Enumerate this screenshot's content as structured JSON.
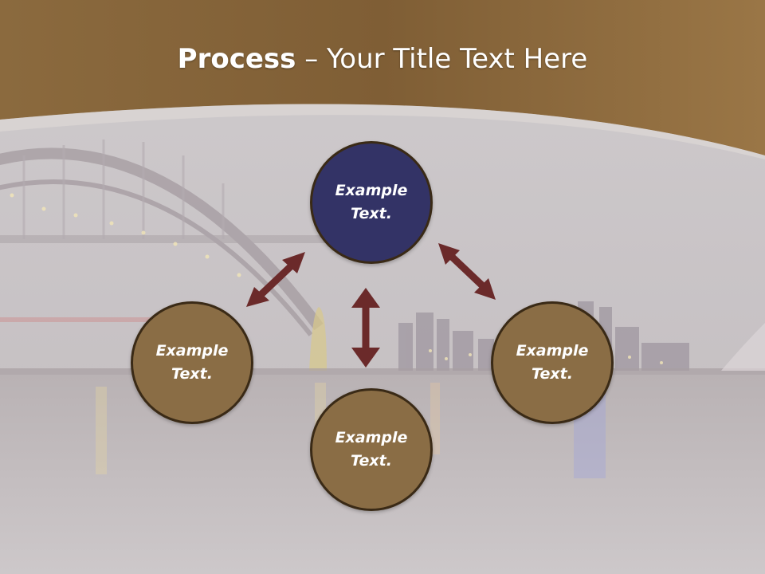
{
  "title": {
    "bold": "Process",
    "dash": " – ",
    "rest": "Your Title Text Here"
  },
  "nodes": [
    {
      "label": "Example Text.",
      "fill": "#333366"
    },
    {
      "label": "Example Text.",
      "fill": "#8a6d45"
    },
    {
      "label": "Example Text.",
      "fill": "#8a6d45"
    },
    {
      "label": "Example Text.",
      "fill": "#8a6d45"
    }
  ],
  "colors": {
    "header": "#8b6a3e",
    "arrow": "#6b2a2a",
    "node_border": "#3a2a16"
  }
}
